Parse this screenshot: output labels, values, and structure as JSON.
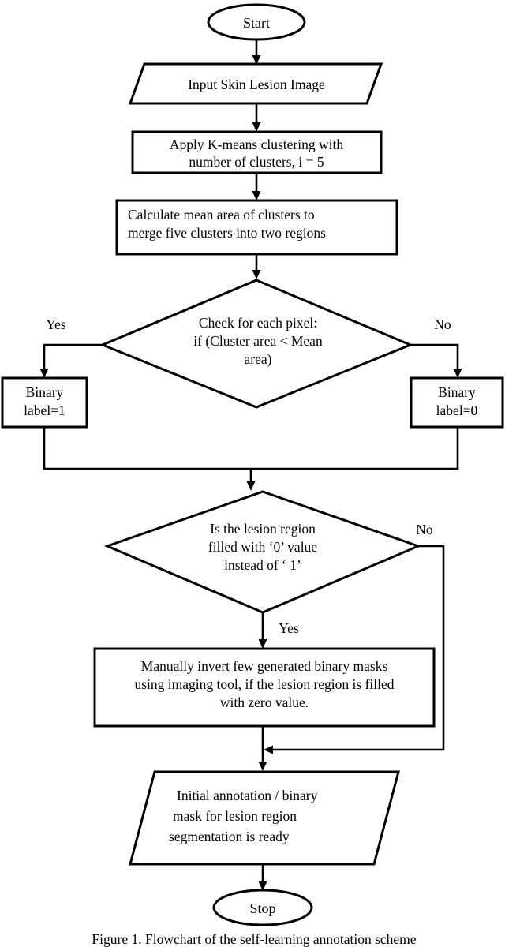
{
  "figure": {
    "caption": "Figure 1. Flowchart of the self-learning annotation scheme",
    "background_color": "#ffffff",
    "line_color": "#000000"
  },
  "nodes": {
    "start": {
      "type": "terminal",
      "label": "Start"
    },
    "input_image": {
      "type": "io-parallelogram",
      "label": "Input Skin Lesion Image"
    },
    "kmeans": {
      "type": "process",
      "line1": "Apply K-means clustering with",
      "line2": "number of clusters, i = 5"
    },
    "mean_area": {
      "type": "process",
      "line1": "Calculate mean area of clusters to",
      "line2": "merge five clusters into two regions"
    },
    "decision_pixel": {
      "type": "decision",
      "line1": "Check for each pixel:",
      "line2": "if (Cluster area < Mean",
      "line3": "area)"
    },
    "binary_label_1": {
      "type": "process",
      "line1": "Binary",
      "line2": "label=1"
    },
    "binary_label_0": {
      "type": "process",
      "line1": "Binary",
      "line2": "label=0"
    },
    "decision_invert": {
      "type": "decision",
      "line1": "Is the lesion region",
      "line2": "filled with ‘0’ value",
      "line3": "instead of ‘ 1’"
    },
    "manual_invert": {
      "type": "process",
      "line1": "Manually invert few generated binary masks",
      "line2": "using imaging tool, if the lesion region is filled",
      "line3": "with zero value."
    },
    "output_mask": {
      "type": "io-parallelogram",
      "line1": "Initial annotation / binary",
      "line2": "mask for lesion region",
      "line3": "segmentation is ready"
    },
    "stop": {
      "type": "terminal",
      "label": "Stop"
    }
  },
  "edge_labels": {
    "pixel_yes": "Yes",
    "pixel_no": "No",
    "invert_no": "No",
    "invert_yes": "Yes"
  }
}
